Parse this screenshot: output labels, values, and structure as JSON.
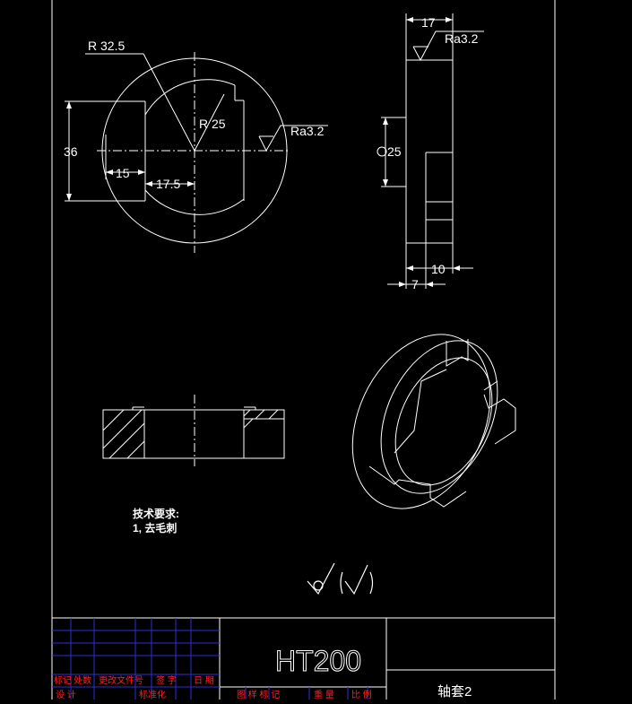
{
  "colors": {
    "background": "#000000",
    "lines": "#ffffff",
    "title_block_blue": "#2e2ed8",
    "title_block_red": "#ff2020",
    "hatch": "#ffffff"
  },
  "front_view": {
    "radius_outer": "R 32.5",
    "radius_inner": "R 25",
    "height_dim": "36",
    "width_15": "15",
    "width_17_5": "17.5",
    "roughness": "Ra3.2"
  },
  "side_view": {
    "width_17": "17",
    "roughness": "Ra3.2",
    "dia_25": "25",
    "width_10": "10",
    "width_7": "7"
  },
  "notes": {
    "heading": "技术要求:",
    "item1": "1, 去毛刺"
  },
  "title_block": {
    "material": "HT200",
    "part_name": "轴套2",
    "header_row": [
      "标记",
      "处数",
      "更改文件号",
      "签  字",
      "日  期"
    ],
    "row_bottom_left": [
      "设  计",
      "标准化"
    ],
    "row_bottom_right": [
      "图 样 标 记",
      "重  量",
      "比  例"
    ]
  }
}
